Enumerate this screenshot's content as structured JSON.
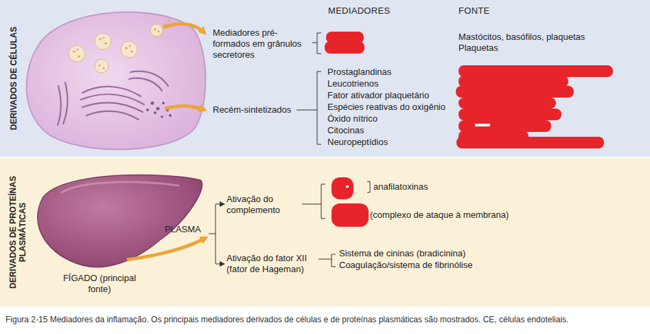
{
  "diagram": {
    "caption": "Figura 2-15 Mediadores da inflamação. Os principais mediadores derivados de células e de proteínas plasmáticas são mostrados. CE, células endoteliais.",
    "nodes": [
      {
        "text": [
          "DERIVADOS DE CÉLULAS"
        ]
      },
      {
        "text": [
          "DERIVADOS DE PROTEÍNAS PLASMÁTICAS"
        ]
      }
    ],
    "labels": [
      "MEDIADORES",
      "FONTE",
      "Mediadores pré-formados em grânulos secretores",
      "Mastócitos, basófilos, plaquetas",
      "Plaquetas",
      "Recém-sintetizados",
      "Prostaglandinas",
      "Leucotrienos",
      "Fator ativador plaquetário",
      "Espécies reativas do oxigênio",
      "Óxido nítrico",
      "Citocinas",
      "Neuropeptídios",
      "PLASMA",
      "Ativação do complemento",
      "anafilatoxinas",
      "(complexo de ataque à membrana)",
      "Ativação do fator XII (fator de Hageman)",
      "Sistema de cininas (bradicinina)",
      "Coagulação/sistema de fibrinólise",
      "FÍGADO (principal fonte)"
    ]
  }
}
